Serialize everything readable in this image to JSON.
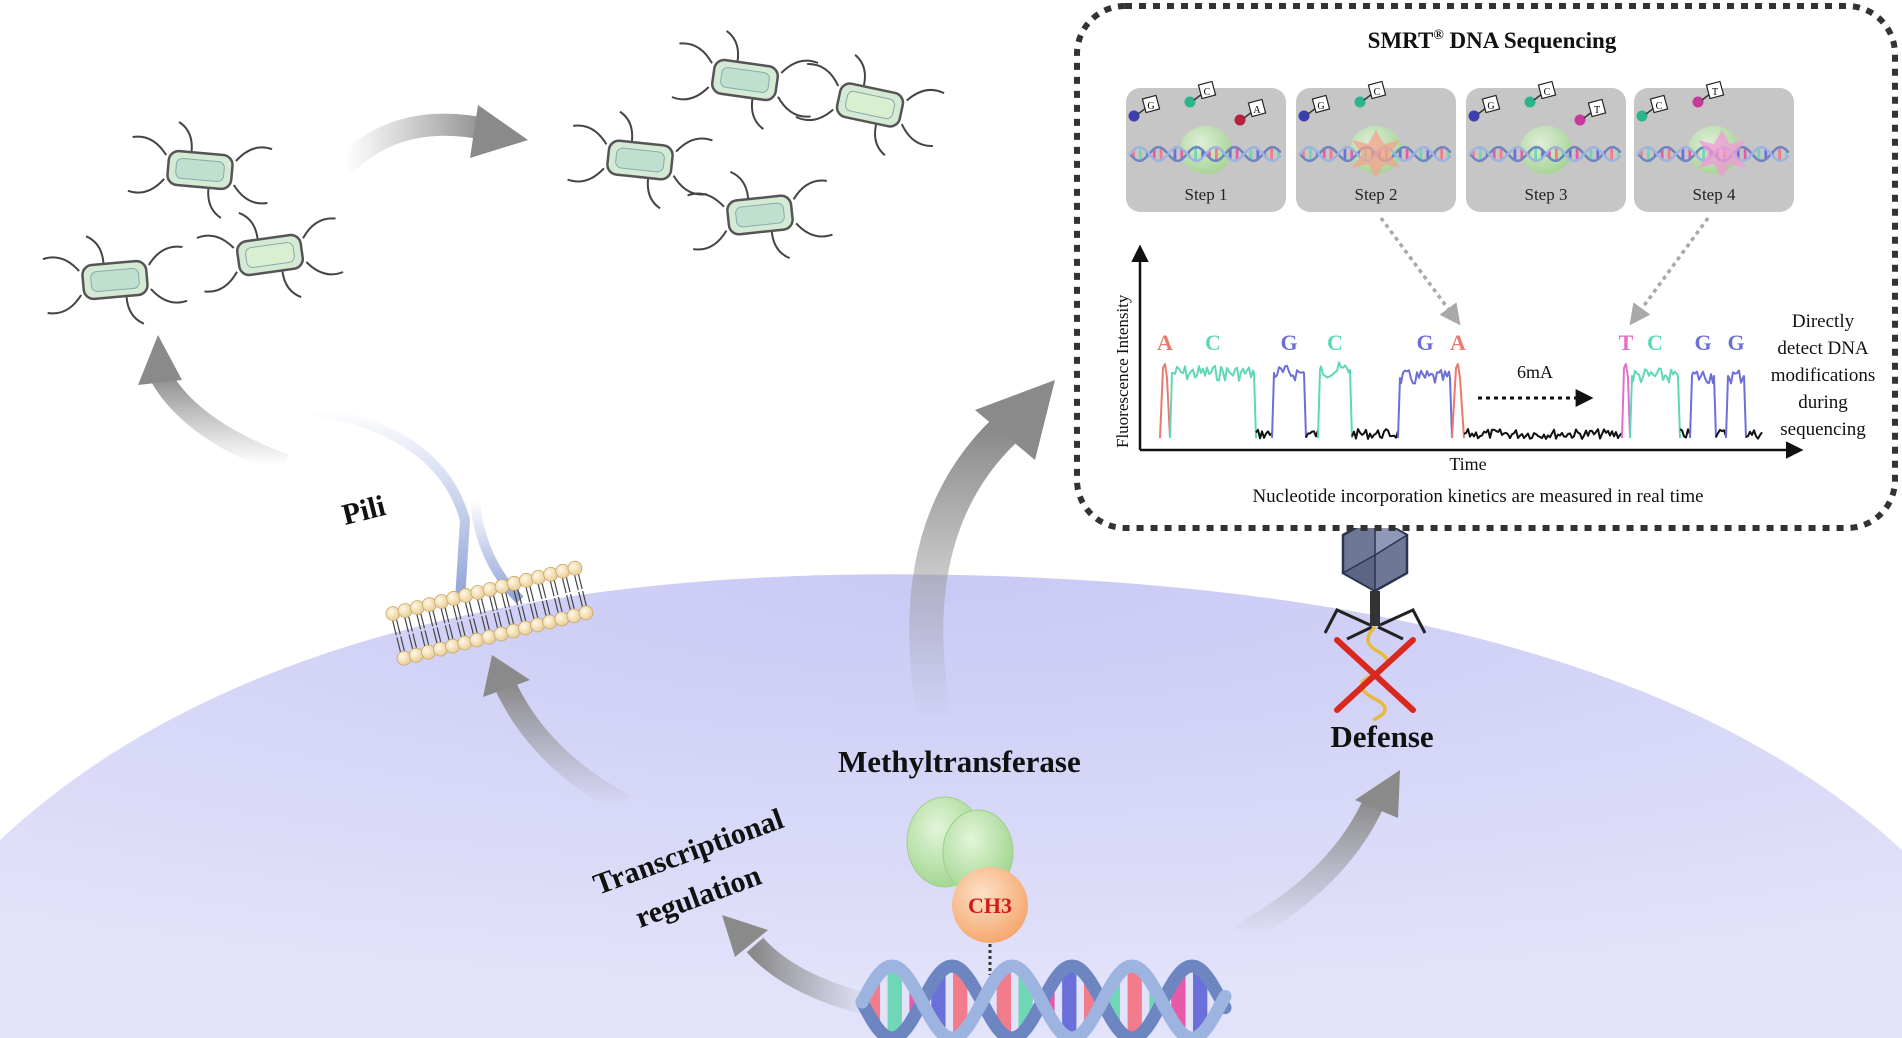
{
  "labels": {
    "pili": "Pili",
    "transcriptional_regulation_line1": "Transcriptional",
    "transcriptional_regulation_line2": "regulation",
    "methyltransferase": "Methyltransferase",
    "ch3": "CH3",
    "defense": "Defense"
  },
  "smrt_panel": {
    "title_main": "SMRT",
    "title_mark": "®",
    "title_rest": " DNA Sequencing",
    "steps": [
      {
        "label": "Step  1",
        "free_nucleotides": [
          "G",
          "C",
          "A"
        ]
      },
      {
        "label": "Step  2",
        "free_nucleotides": [
          "G",
          "C"
        ]
      },
      {
        "label": "Step  3",
        "free_nucleotides": [
          "G",
          "C",
          "T"
        ]
      },
      {
        "label": "Step  4",
        "free_nucleotides": [
          "C",
          "T"
        ]
      }
    ],
    "trace": {
      "y_axis_label": "Fluorescence Intensity",
      "x_axis_label": "Time",
      "modification_label": "6mA",
      "caption": "Nucleotide incorporation kinetics are measured in real time",
      "side_note": [
        "Directly",
        "detect DNA",
        "modifications",
        "during",
        "sequencing"
      ],
      "bases": [
        {
          "letter": "A",
          "color": "#e87a6e"
        },
        {
          "letter": "C",
          "color": "#5fd7b8"
        },
        {
          "letter": "G",
          "color": "#6d6fd9"
        },
        {
          "letter": "C",
          "color": "#5fd7b8"
        },
        {
          "letter": "G",
          "color": "#6d6fd9"
        },
        {
          "letter": "A",
          "color": "#e87a6e"
        },
        {
          "letter": "T",
          "color": "#e46fc9"
        },
        {
          "letter": "C",
          "color": "#5fd7b8"
        },
        {
          "letter": "G",
          "color": "#6d6fd9"
        },
        {
          "letter": "G",
          "color": "#6d6fd9"
        }
      ]
    }
  },
  "colors": {
    "cell": "#d4d4f7",
    "arrow": "#9a9a9a",
    "bacterium_body": "#d5ead5",
    "enzyme": "#b9e3a8",
    "ch3": "#f6b27e",
    "ch3_text": "#d11a1a",
    "cross": "#d9281f",
    "dashed_border": "#333333"
  },
  "icons": [
    "bacterium-icon",
    "membrane-icon",
    "dna-helix-icon",
    "phage-icon",
    "polymerase-icon"
  ]
}
